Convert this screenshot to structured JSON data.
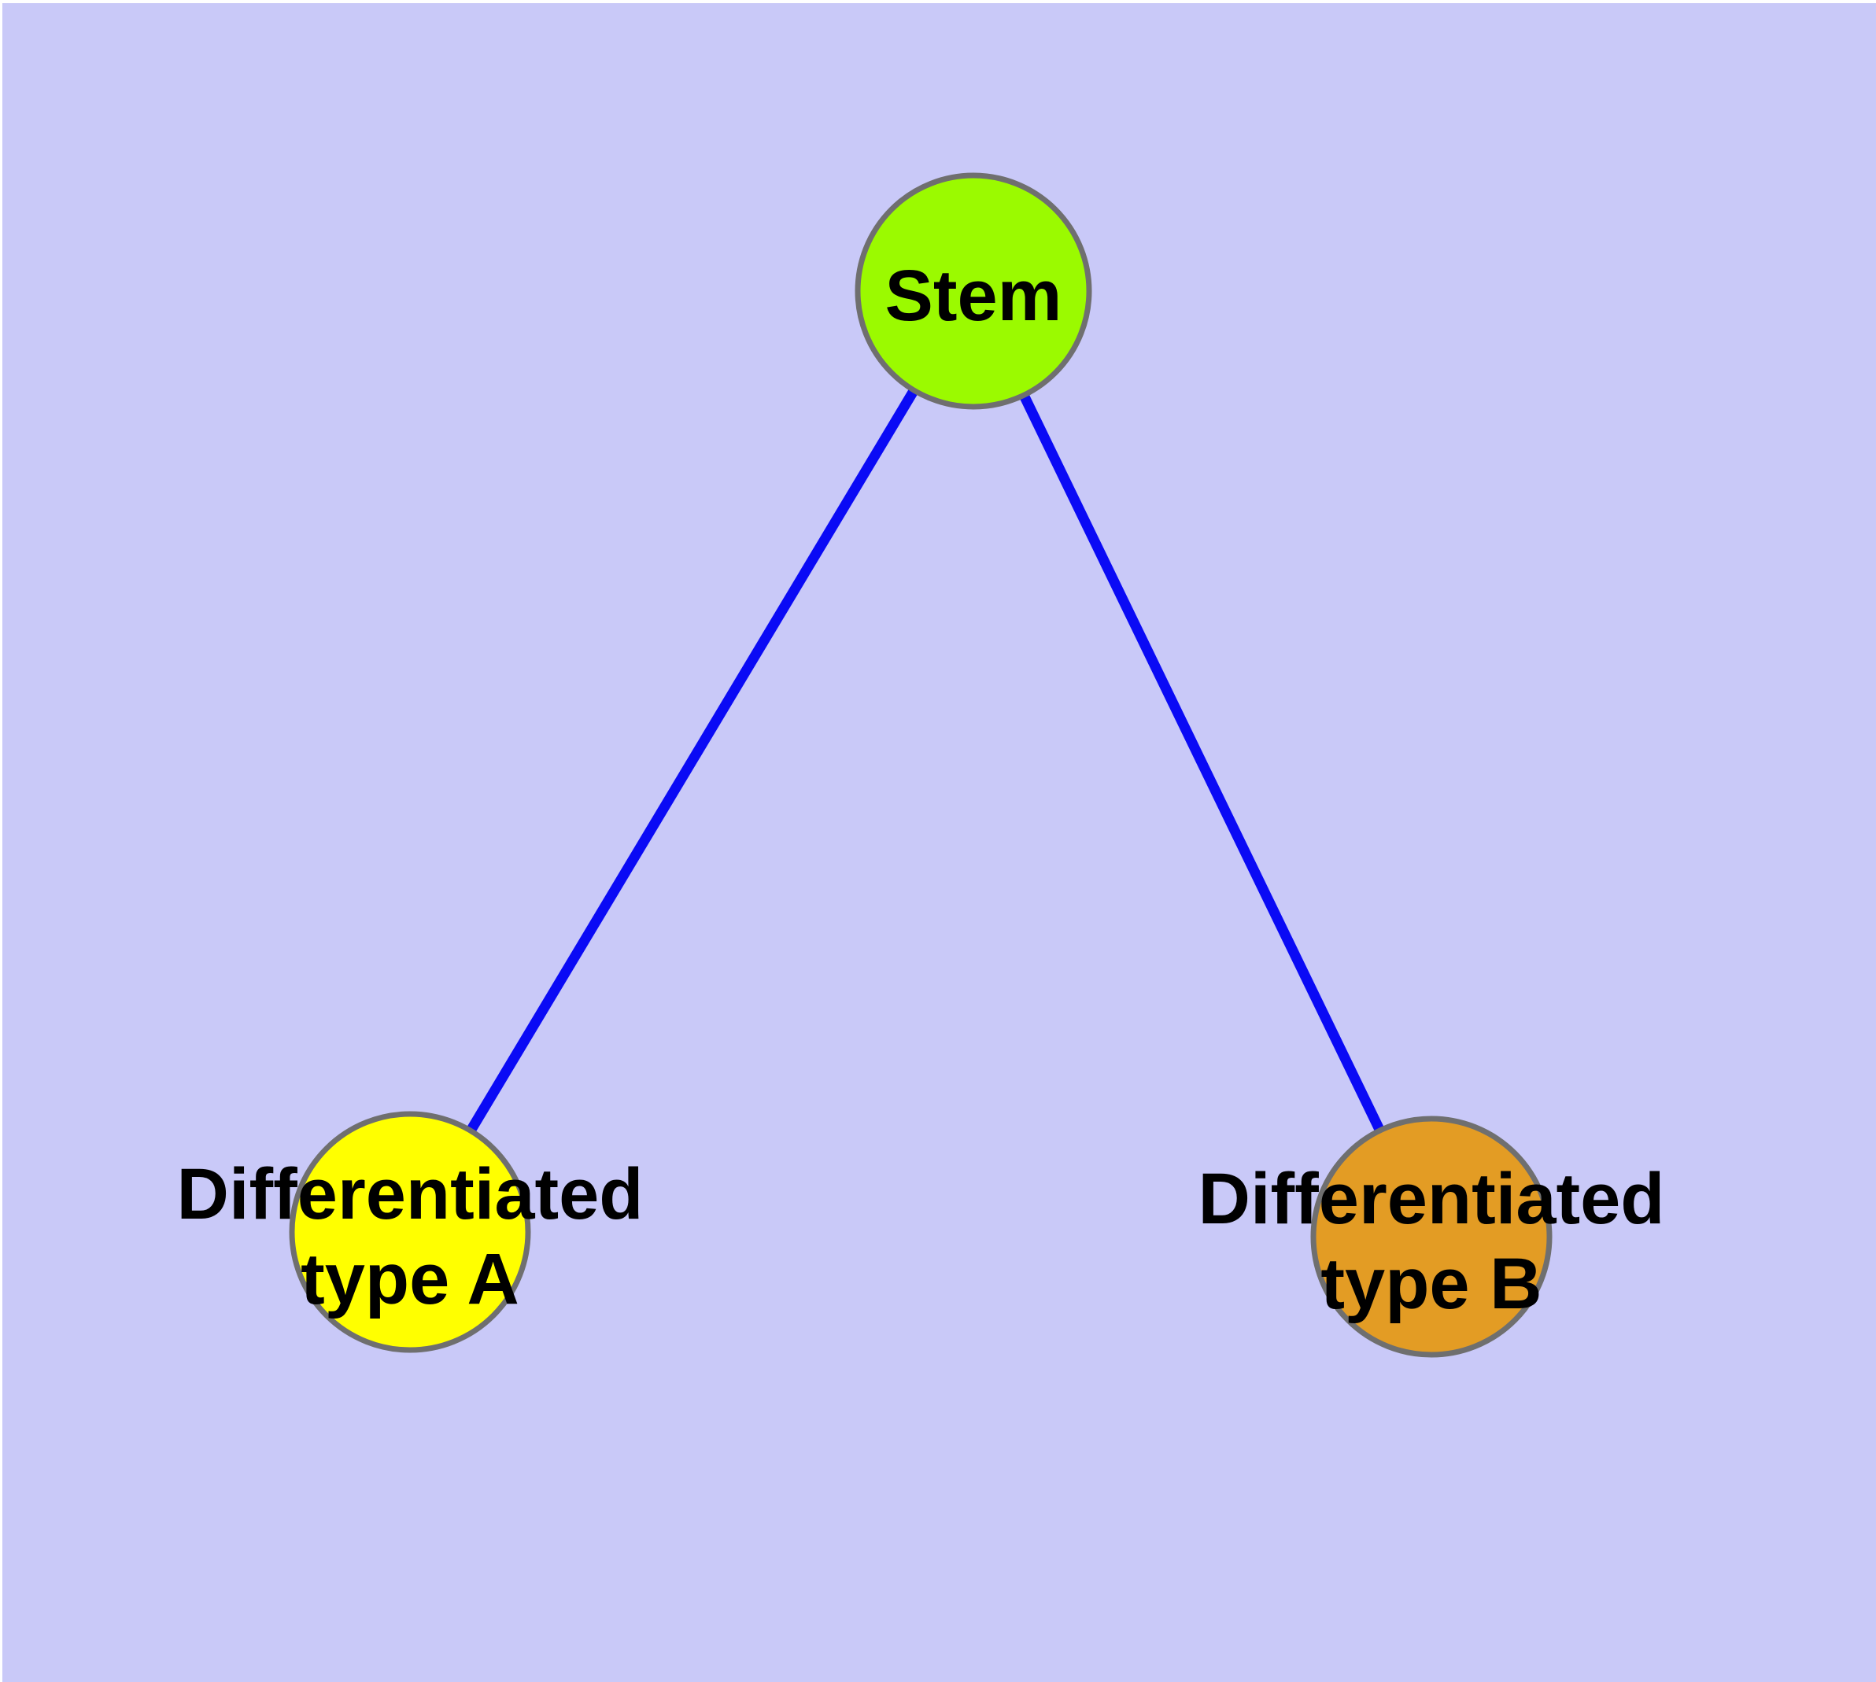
{
  "diagram": {
    "kind": "graph",
    "description": "Stem cell differentiation graph with one root node and two differentiated child nodes",
    "colors": {
      "background": "#C9C9F8",
      "window_edge": "#FFFFFF",
      "edge": "#0A0AF5",
      "node_border": "#6F6F6F",
      "label_text": "#000000"
    },
    "nodes": [
      {
        "id": "stem",
        "label": "Stem",
        "label_lines": [
          "Stem",
          ""
        ],
        "color": "#9BFA00"
      },
      {
        "id": "type-a",
        "label": "Differentiated type A",
        "label_lines": [
          "Differentiated",
          "type A"
        ],
        "color": "#FFFF00"
      },
      {
        "id": "type-b",
        "label": "Differentiated type B",
        "label_lines": [
          "Differentiated",
          "type B"
        ],
        "color": "#E39C24"
      }
    ],
    "edges": [
      {
        "from": "Stem",
        "to": "Differentiated type A"
      },
      {
        "from": "Stem",
        "to": "Differentiated type B"
      }
    ]
  }
}
